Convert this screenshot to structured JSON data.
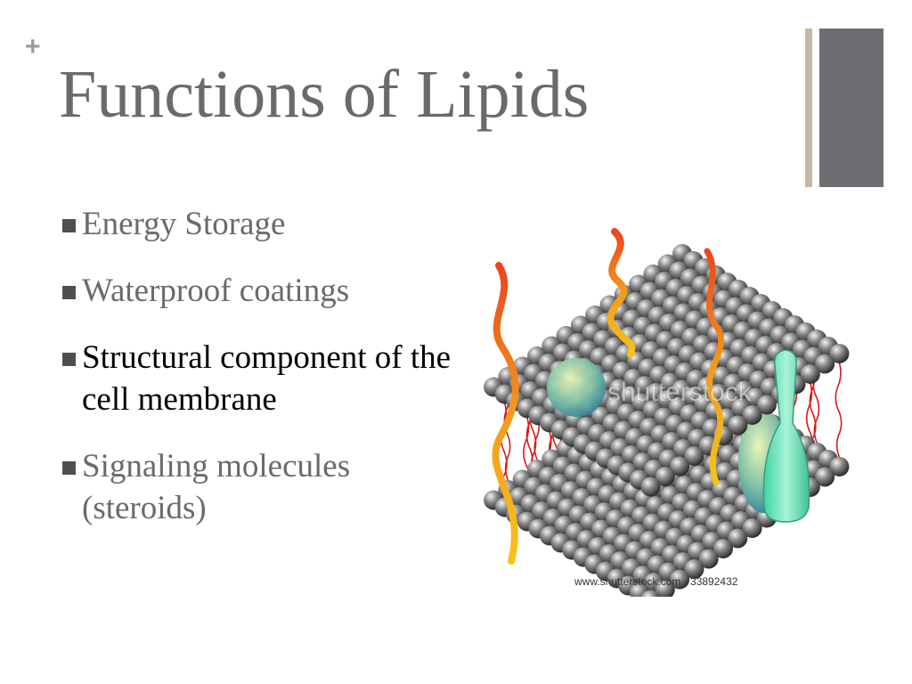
{
  "slide": {
    "plus_glyph": "+",
    "title": "Functions of Lipids",
    "colors": {
      "title": "#6a6a6e",
      "accent_block": "#6e6d72",
      "accent_thin": "#c5b8a2",
      "bullet_marker": "#4f4f53",
      "text_muted": "#6a6a6e",
      "text_emphasis": "#000000"
    },
    "bullets": [
      {
        "text": "Energy Storage",
        "emphasis": false
      },
      {
        "text": "Waterproof coatings",
        "emphasis": false
      },
      {
        "text": "Structural component of the cell membrane",
        "emphasis": true
      },
      {
        "text": "Signaling molecules (steroids)",
        "emphasis": false
      }
    ]
  },
  "figure": {
    "watermark": "shutterstock",
    "caption": "www.shutterstock.com · 33892432"
  }
}
